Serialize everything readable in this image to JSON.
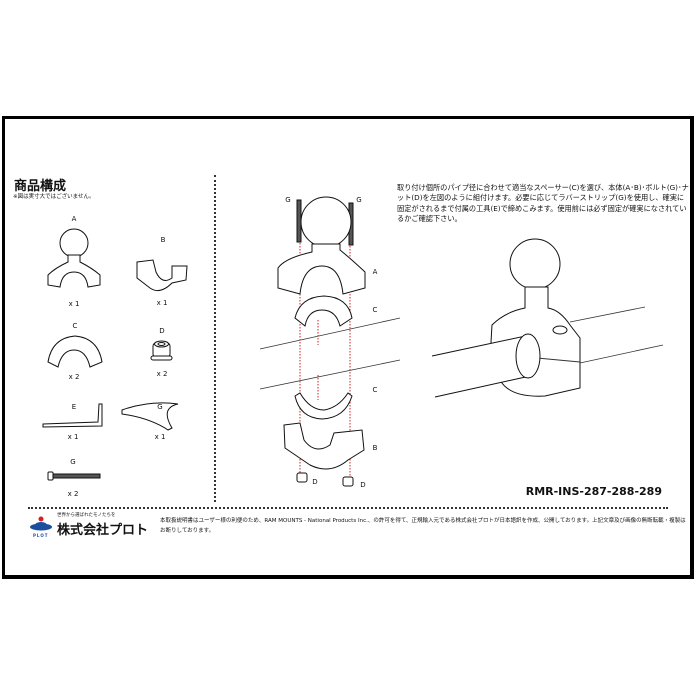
{
  "section": {
    "title": "商品構成",
    "note": "※図は実寸大ではございません。"
  },
  "parts": [
    {
      "letter": "A",
      "qty": "x 1"
    },
    {
      "letter": "B",
      "qty": "x 1"
    },
    {
      "letter": "C",
      "qty": "x 2"
    },
    {
      "letter": "D",
      "qty": "x 2"
    },
    {
      "letter": "E",
      "qty": "x 1"
    },
    {
      "letter": "G",
      "qty": "x 1"
    },
    {
      "letter": "G",
      "qty": "x 2"
    }
  ],
  "diagram_labels": {
    "g_left": "G",
    "g_right": "G",
    "a": "A",
    "c_top": "C",
    "c_bottom": "C",
    "b": "B",
    "d_left": "D",
    "d_right": "D"
  },
  "instructions": "取り付け個所のパイプ径に合わせて適当なスペーサー(C)を選び、本体(A･B)･ボルト(G)･ナット(D)を左図のように組付けます。必要に応じてラバーストリップ(G)を使用し、確実に固定がされるまで付属の工具(E)で締めこみます。使用前には必ず固定が確実になされているかご確認下さい。",
  "document_code": "RMR-INS-287-288-289",
  "footer": {
    "tagline": "世界から選ばれたモノたちを",
    "company": "株式会社プロト",
    "logo_text": "PLOT",
    "legal": "本取扱説明書はユーザー様の利便のため、RAM MOUNTS - National Products Inc.、の許可を得て、正規輸入元である株式会社プロトが日本語訳を作成、公開しております。上記文章及び画像の無断転載・複製はお断りしております。"
  },
  "colors": {
    "guide_line": "#cc2222",
    "logo_blue": "#1a4fa0",
    "logo_red": "#d42020"
  }
}
